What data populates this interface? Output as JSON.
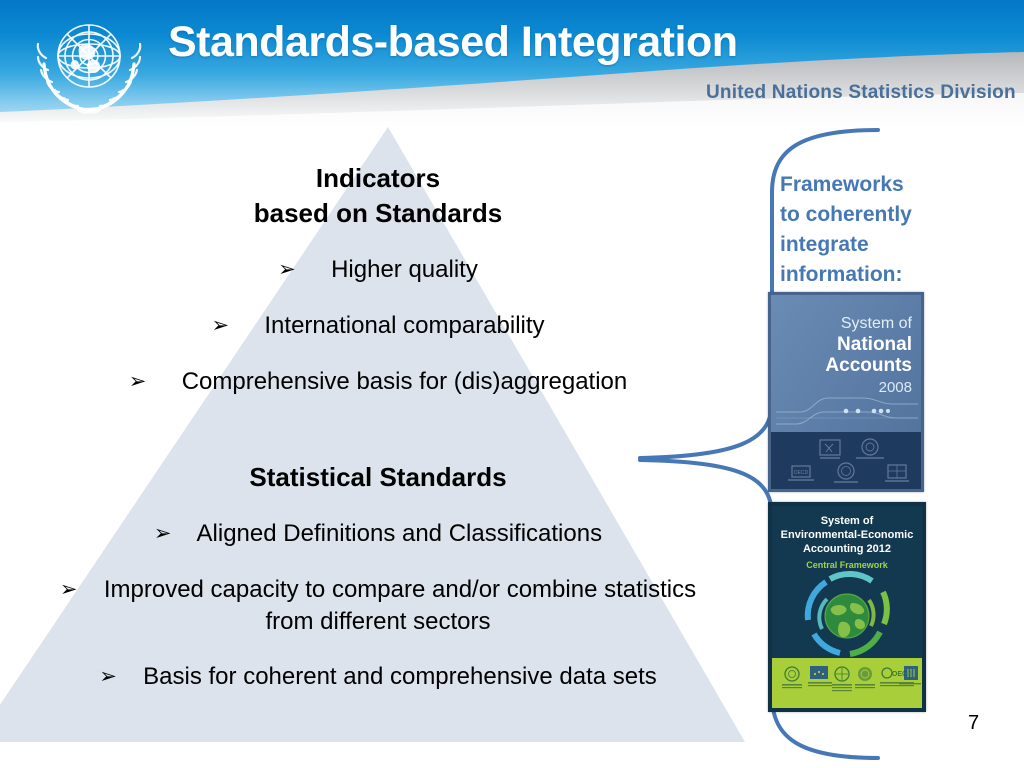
{
  "header": {
    "title": "Standards-based Integration",
    "subtitle": "United Nations Statistics Division",
    "emblem_name": "un-emblem",
    "colors": {
      "blue_top": "#0C85CE",
      "blue_mid": "#2FA5E0",
      "blue_light": "#A8DAF2",
      "swoosh_gray": "#C9CACC",
      "subtitle_text": "#4A7099",
      "title_text": "#FFFFFF"
    }
  },
  "pyramid": {
    "fill_color": "#DCE3EC",
    "upper_section": {
      "heading_line1": "Indicators",
      "heading_line2": "based on Standards",
      "bullets": [
        "Higher quality",
        "International comparability",
        "Comprehensive basis for (dis)aggregation"
      ]
    },
    "lower_section": {
      "heading": "Statistical Standards",
      "bullets": [
        "Aligned Definitions and Classifications",
        "Improved capacity to compare and/or combine statistics",
        "from different sectors",
        "Basis for coherent and comprehensive data sets"
      ]
    },
    "bullet_glyph": "➢"
  },
  "right_panel": {
    "brace_color": "#4578B4",
    "frameworks_label": "Frameworks to coherently integrate information:",
    "frameworks_lines": [
      "Frameworks",
      "to coherently",
      "integrate",
      "information:"
    ],
    "books": [
      {
        "id": "sna-2008",
        "title_line1": "System of",
        "title_line2": "National",
        "title_line3": "Accounts",
        "year": "2008",
        "bg_top": "#5E7FA8",
        "bg_bottom": "#1E3A5F",
        "text_color": "#FFFFFF",
        "logo_count": 5
      },
      {
        "id": "seea-2012",
        "title_line1": "System of",
        "title_line2": "Environmental-Economic",
        "title_line3": "Accounting 2012",
        "subtitle": "Central Framework",
        "bg_color": "#12394F",
        "band_color": "#A8CE3A",
        "text_color": "#FFFFFF",
        "subtitle_color": "#9FD34E",
        "logo_count": 6
      }
    ]
  },
  "footer": {
    "page_number": "7"
  }
}
